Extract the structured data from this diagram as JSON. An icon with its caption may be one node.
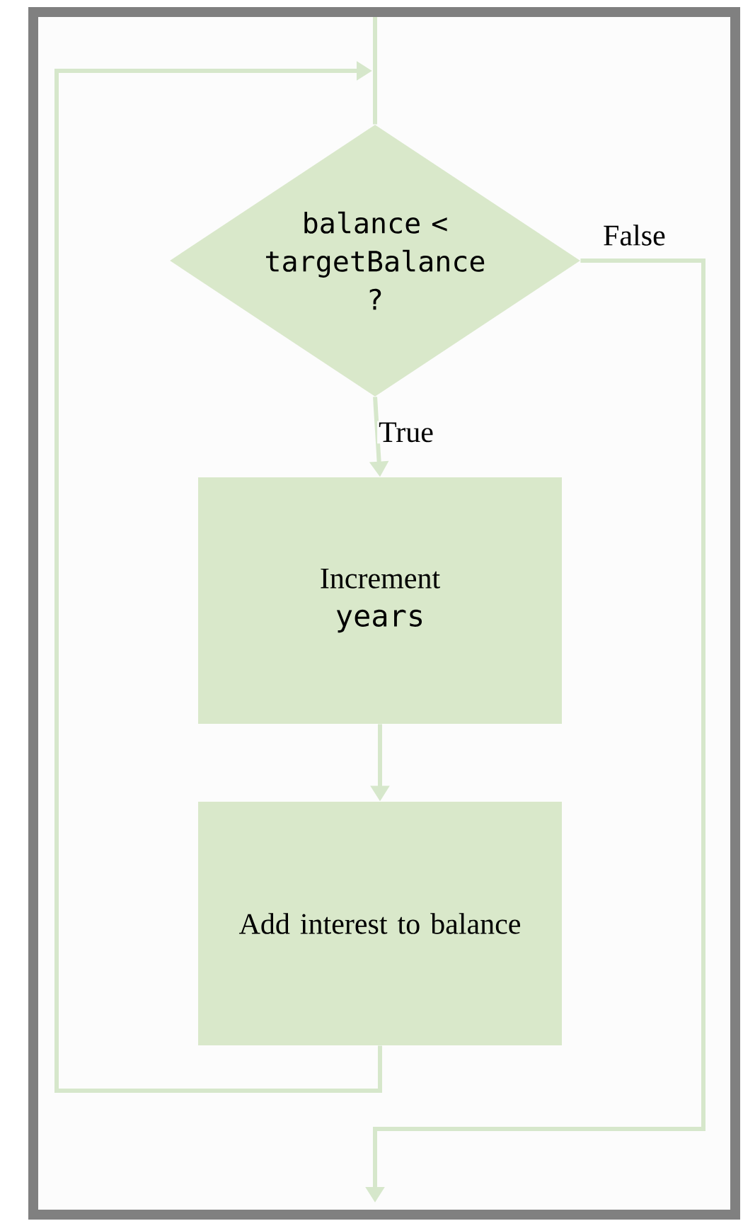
{
  "diagram": {
    "nodes": [
      {
        "text": [
          "balance < targetBalance ?"
        ]
      },
      {
        "text": [
          "Increment",
          "years"
        ]
      },
      {
        "text": [
          "Add interest to balance"
        ]
      }
    ],
    "edges": [
      {
        "from": null,
        "to": 0,
        "arrow": "none"
      },
      {
        "from": 0,
        "to": 1,
        "arrow": "to",
        "label": "True"
      },
      {
        "from": 1,
        "to": 2,
        "arrow": "to"
      },
      {
        "from": 2,
        "to": 0,
        "arrow": "to"
      },
      {
        "from": 0,
        "to": null,
        "arrow": "to",
        "label": "False"
      }
    ]
  }
}
